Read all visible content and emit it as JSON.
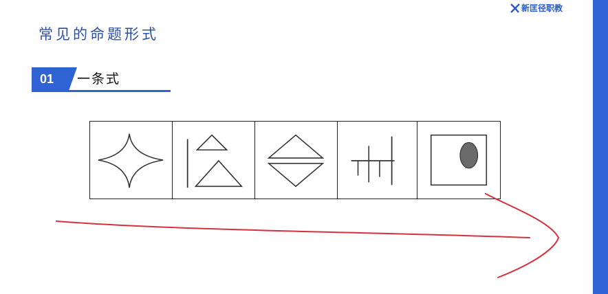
{
  "brand": {
    "logo_text": "新匡径职教"
  },
  "title": "常见的命题形式",
  "section": {
    "number": "01",
    "label": "一条式"
  },
  "figures": [
    {
      "icon": "four-point-star-icon"
    },
    {
      "icon": "line-and-triangles-icon"
    },
    {
      "icon": "opposing-triangles-icon"
    },
    {
      "icon": "crossing-lines-icon"
    },
    {
      "icon": "square-with-filled-oval-icon"
    }
  ],
  "colors": {
    "accent": "#2f62d3",
    "title": "#2d4fa3",
    "annotation": "#d6303a",
    "right_bar": "#2f63d6"
  }
}
